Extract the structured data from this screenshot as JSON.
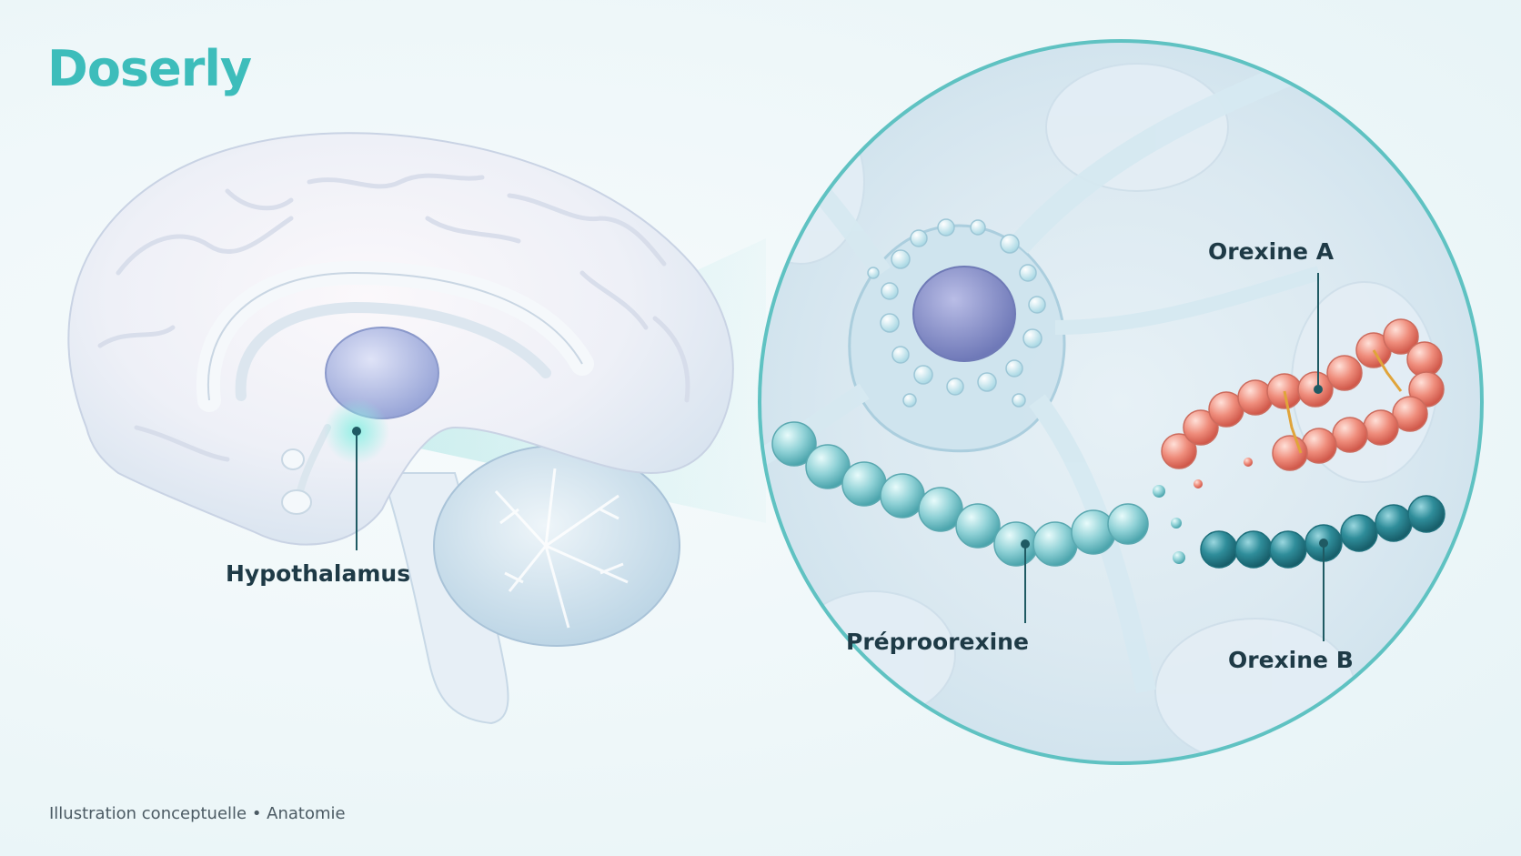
{
  "brand": {
    "name": "Doserly",
    "color": "#3dbdbb"
  },
  "labels": {
    "hypothalamus": "Hypothalamus",
    "preproorexin": "Préproorexine",
    "orexin_a": "Orexine A",
    "orexin_b": "Orexine B"
  },
  "caption": "Illustration conceptuelle • Anatomie",
  "colors": {
    "background": "#eef7fa",
    "accent": "#3dbdbb",
    "label_text": "#1e3a46",
    "preproorexin_beads": "#7cc8cf",
    "orexin_a_beads": "#ec8576",
    "orexin_b_beads": "#2a8593"
  }
}
